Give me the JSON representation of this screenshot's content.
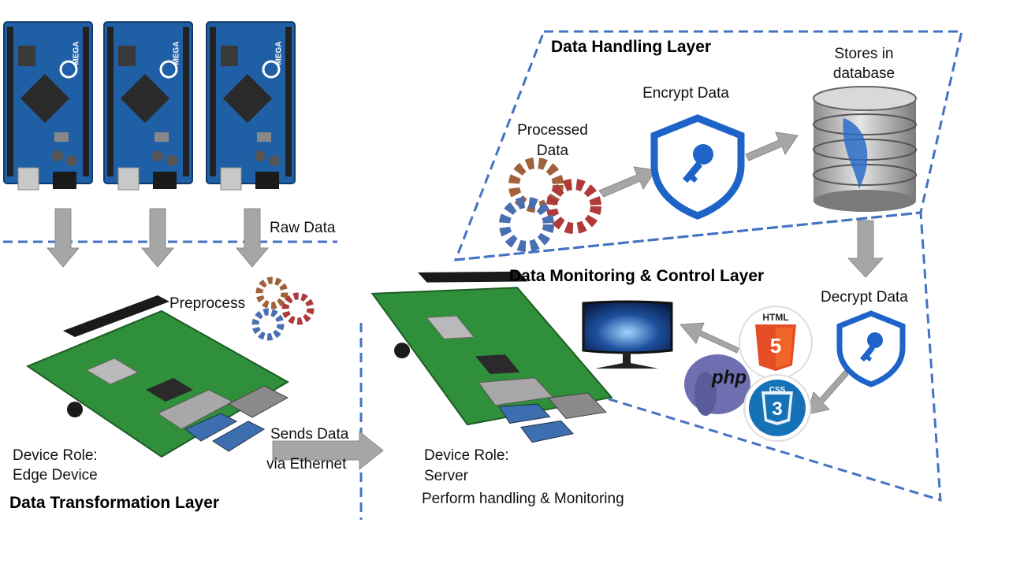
{
  "titles": {
    "data_handling_layer": "Data Handling Layer",
    "data_monitoring_control_layer": "Data Monitoring & Control Layer",
    "data_transformation_layer": "Data Transformation Layer"
  },
  "labels": {
    "raw_data": "Raw Data",
    "preprocess": "Preprocess",
    "processed_data_line1": "Processed",
    "processed_data_line2": "Data",
    "encrypt_data": "Encrypt Data",
    "stores_line1": "Stores in",
    "stores_line2": "database",
    "decrypt_data": "Decrypt Data",
    "sends_data": "Sends Data",
    "via_ethernet": "via Ethernet",
    "edge_role_line1": "Device Role:",
    "edge_role_line2": "Edge Device",
    "server_role_line1": "Device Role:",
    "server_role_line2": "Server",
    "server_task": "Perform handling & Monitoring"
  },
  "board_text": {
    "arduino_model": "MEGA",
    "html_badge": "HTML",
    "html_number": "5",
    "css_badge": "CSS",
    "css_number": "3",
    "php_logo": "php"
  },
  "colors": {
    "dashed_line": "#4472c4",
    "arrow_gray": "#a6a6a6",
    "arduino_blue": "#1f5fa6",
    "pi_green": "#2f8f3a",
    "shield_blue": "#1e64c8",
    "gear_brown": "#a0623a",
    "gear_red": "#b03a3a",
    "gear_blue": "#4a6fb0",
    "html_orange": "#e44d26",
    "css_blue": "#1572b6",
    "php_purple": "#6d6fb0"
  }
}
